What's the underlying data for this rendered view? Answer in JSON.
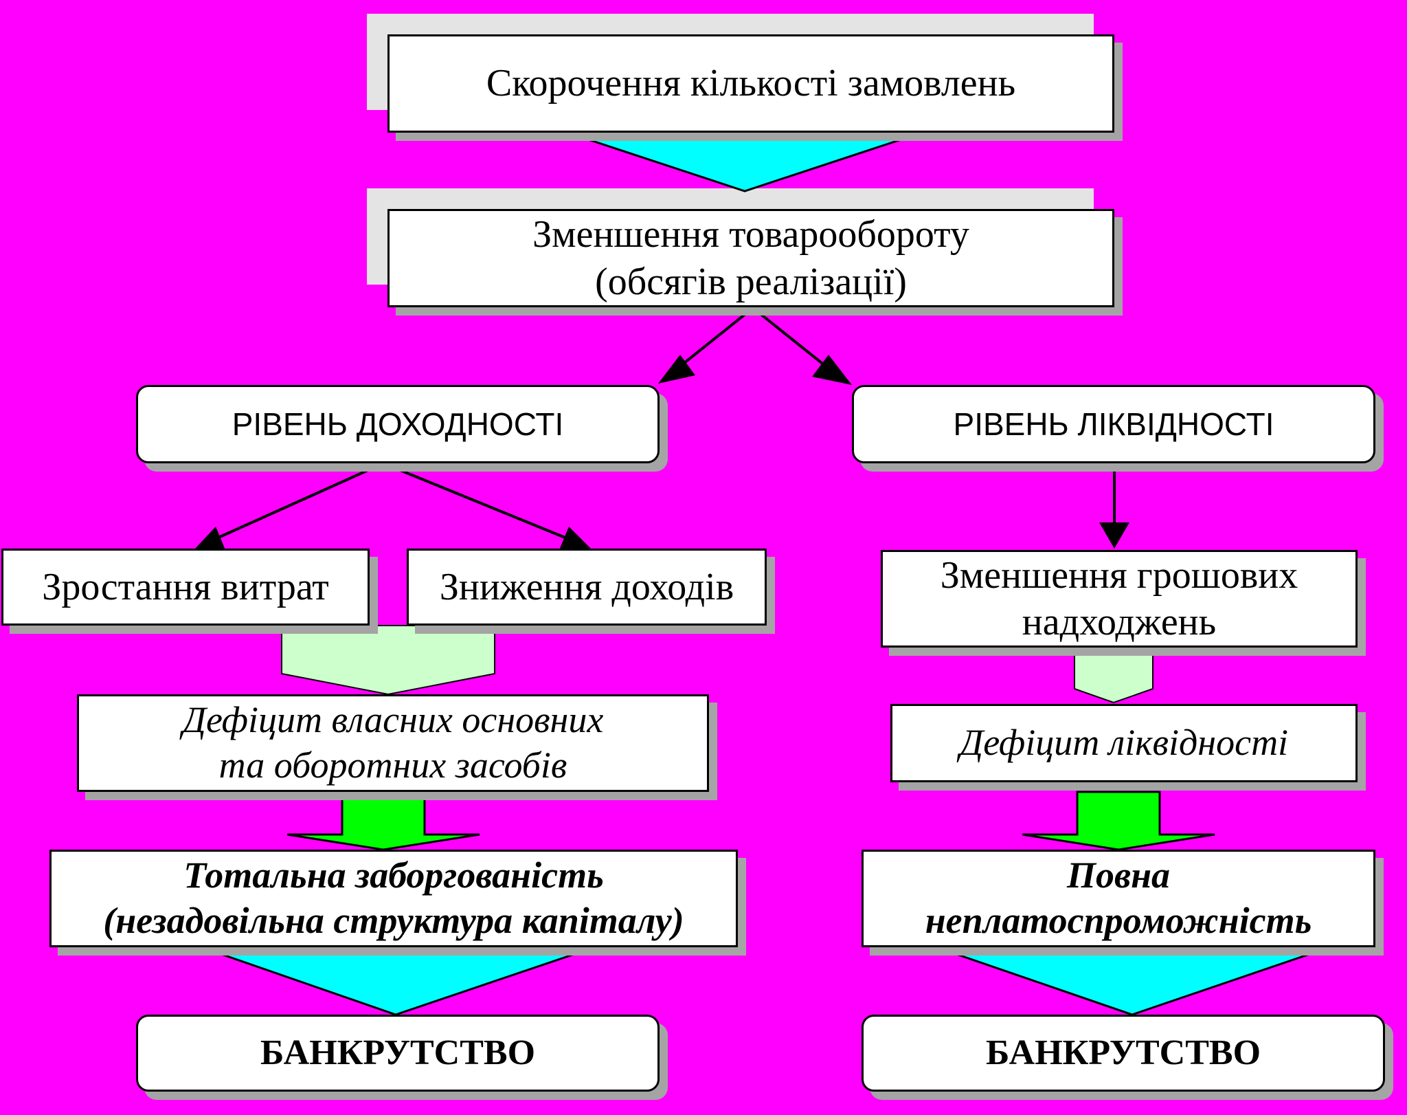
{
  "colors": {
    "background": "#ff00ff",
    "box_fill": "#ffffff",
    "box_border": "#000000",
    "shadow": "#a4a4a4",
    "cyan_arrow": "#00ffff",
    "pale_green_arrow": "#ccffcc",
    "green_arrow": "#00ff00"
  },
  "nodes": {
    "order_reduction": "Скорочення кількості замовлень",
    "turnover_decrease": "Зменшення товарообороту\n(обсягів реалізації)",
    "profitability_level": "РІВЕНЬ ДОХОДНОСТІ",
    "liquidity_level": "РІВЕНЬ ЛІКВІДНОСТІ",
    "cost_growth": "Зростання витрат",
    "income_decrease": "Зниження доходів",
    "cash_inflow_decrease": "Зменшення грошових\nнадходжень",
    "own_assets_deficit": "Дефіцит власних основних\nта оборотних засобів",
    "liquidity_deficit": "Дефіцит ліквідності",
    "total_debt": "Тотальна заборгованість\n(незадовільна структура капіталу)",
    "full_insolvency": "Повна\nнеплатоспроможність",
    "bankruptcy_left": "БАНКРУТСТВО",
    "bankruptcy_right": "БАНКРУТСТВО"
  },
  "connectors": [
    {
      "from": "order_reduction",
      "to": "turnover_decrease",
      "style": "cyan-triangle"
    },
    {
      "from": "turnover_decrease",
      "to": "profitability_level",
      "style": "line-arrow"
    },
    {
      "from": "turnover_decrease",
      "to": "liquidity_level",
      "style": "line-arrow"
    },
    {
      "from": "profitability_level",
      "to": "cost_growth",
      "style": "line-arrow"
    },
    {
      "from": "profitability_level",
      "to": "income_decrease",
      "style": "line-arrow"
    },
    {
      "from": "liquidity_level",
      "to": "cash_inflow_decrease",
      "style": "line-arrow"
    },
    {
      "from": "cost_growth",
      "to": "own_assets_deficit",
      "style": "pale-green-chevron"
    },
    {
      "from": "income_decrease",
      "to": "own_assets_deficit",
      "style": "pale-green-chevron"
    },
    {
      "from": "cash_inflow_decrease",
      "to": "liquidity_deficit",
      "style": "pale-green-chevron"
    },
    {
      "from": "own_assets_deficit",
      "to": "total_debt",
      "style": "green-block-arrow"
    },
    {
      "from": "liquidity_deficit",
      "to": "full_insolvency",
      "style": "green-block-arrow"
    },
    {
      "from": "total_debt",
      "to": "bankruptcy_left",
      "style": "cyan-triangle"
    },
    {
      "from": "full_insolvency",
      "to": "bankruptcy_right",
      "style": "cyan-triangle"
    }
  ]
}
